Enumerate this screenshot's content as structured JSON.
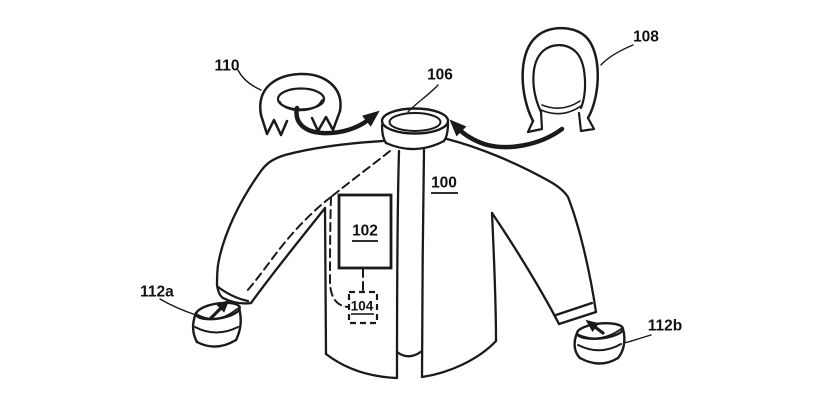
{
  "figure": {
    "type": "patent-line-drawing",
    "background_color": "#ffffff",
    "line_color": "#1a1a1a",
    "reference_labels": {
      "jacket": "100",
      "module_large": "102",
      "module_small": "104",
      "collar": "106",
      "hood_attachment": "108",
      "ring_attachment": "110",
      "left_cuff_attachment": "112a",
      "right_cuff_attachment": "112b"
    }
  }
}
